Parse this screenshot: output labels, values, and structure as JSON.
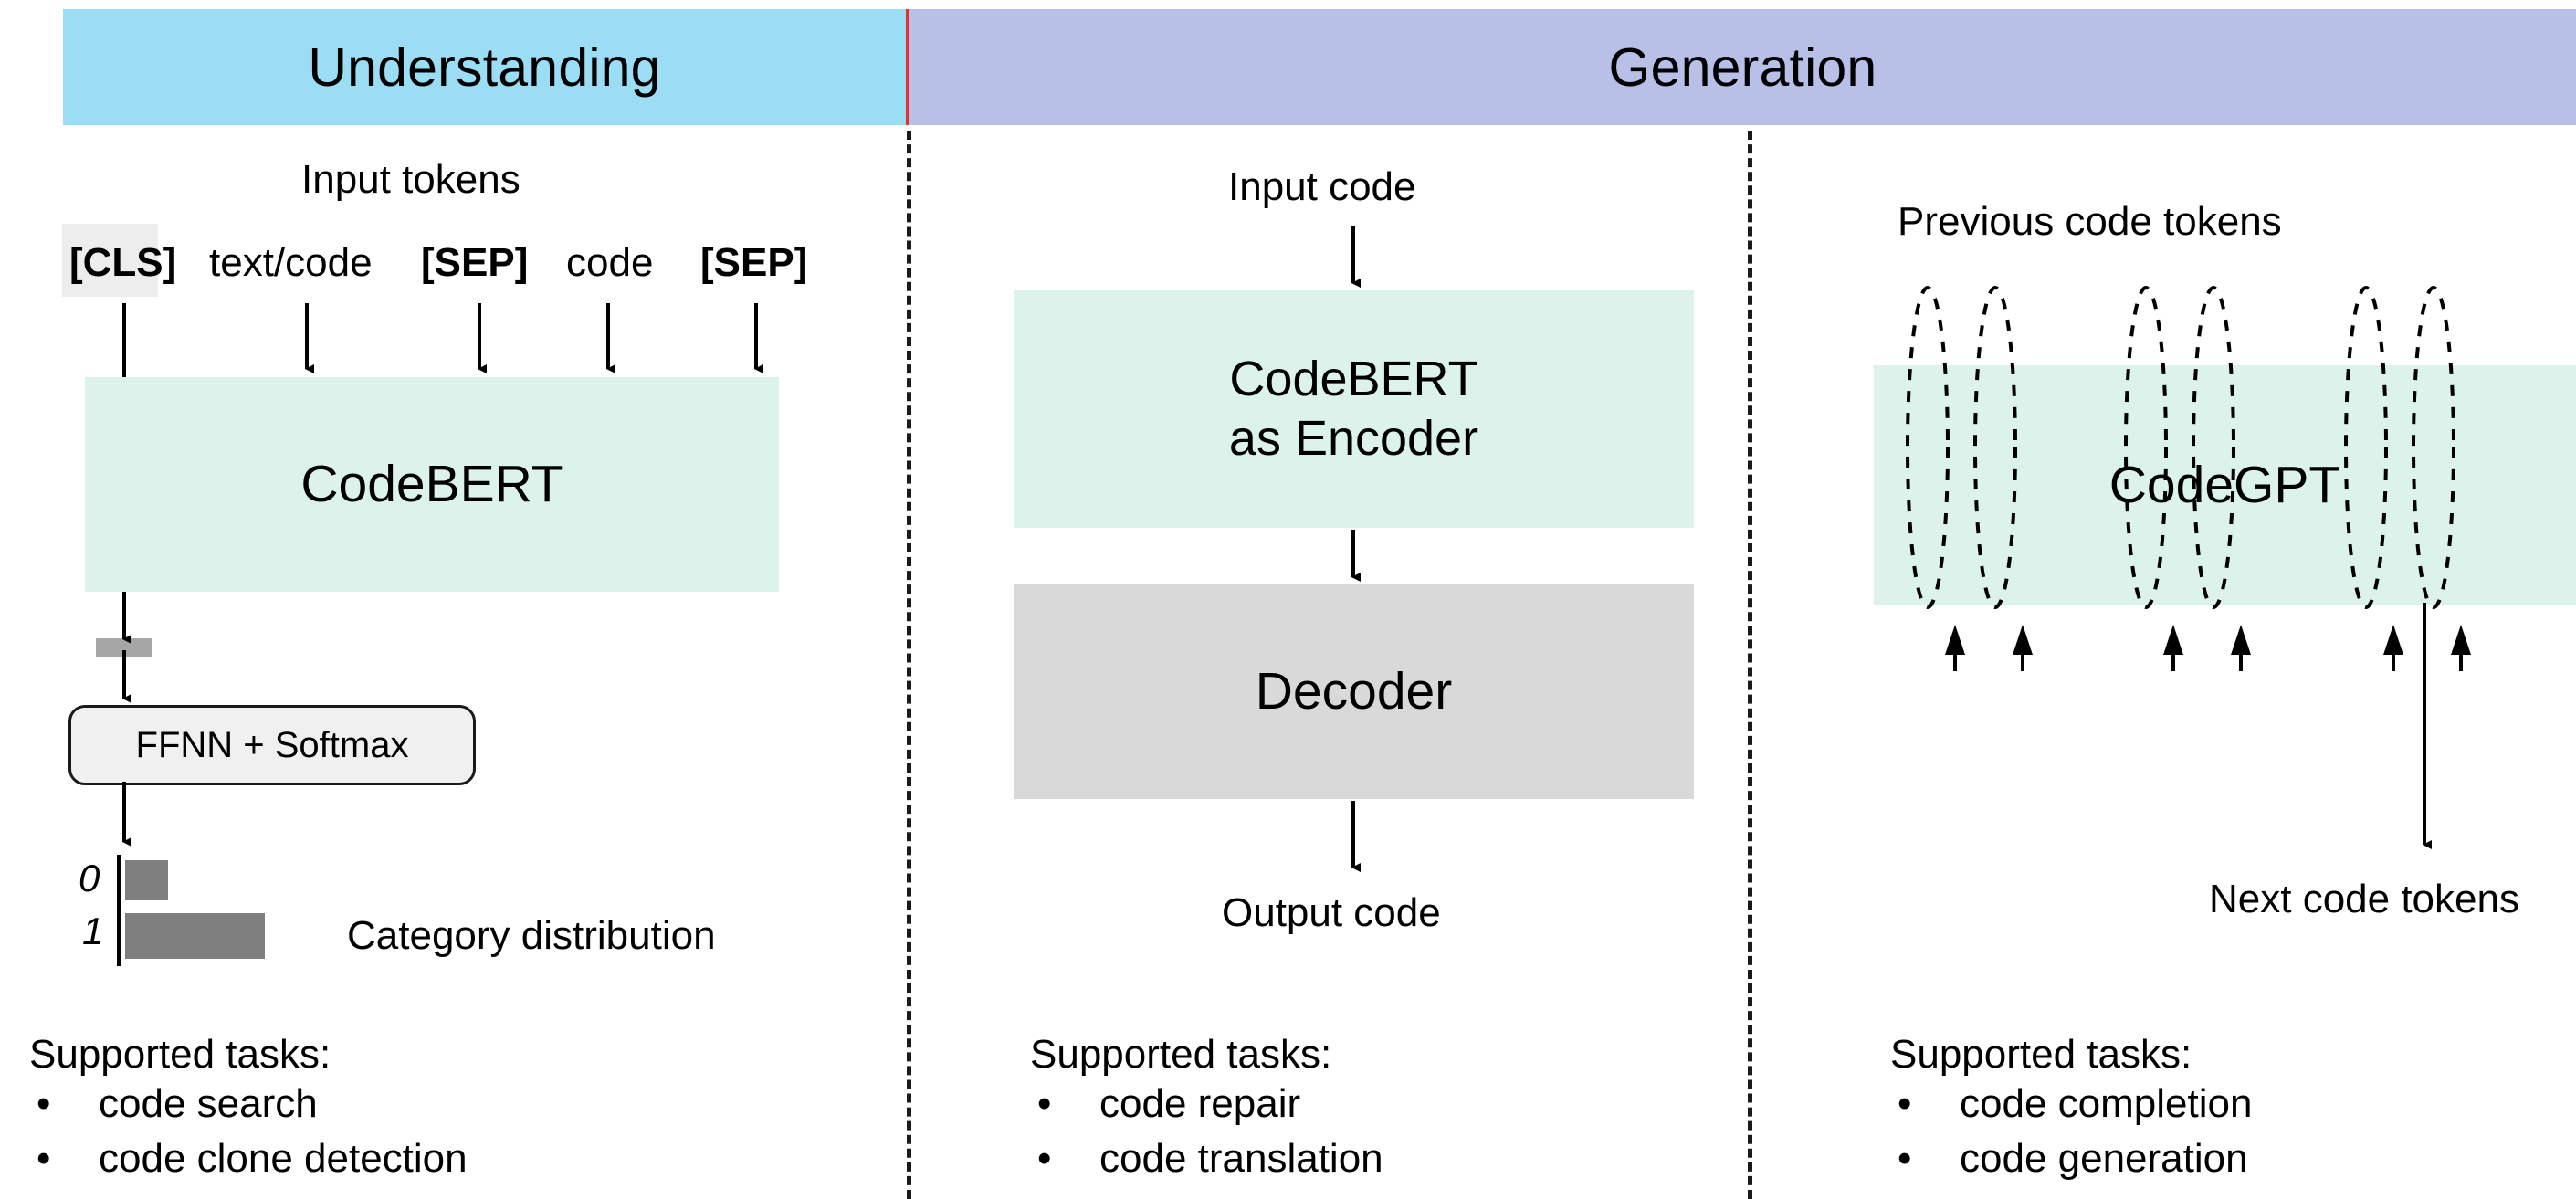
{
  "header": {
    "left_band": {
      "label": "Understanding",
      "color": "#9BDDF5"
    },
    "right_band": {
      "label": "Generation",
      "color": "#B8C0E8"
    },
    "divider_color": "#E8302A"
  },
  "understanding": {
    "input_caption": "Input tokens",
    "tokens": [
      {
        "text": "[CLS]",
        "bold": true,
        "highlighted": true
      },
      {
        "text": "text/code",
        "bold": false,
        "highlighted": false
      },
      {
        "text": "[SEP]",
        "bold": true,
        "highlighted": false
      },
      {
        "text": "code",
        "bold": false,
        "highlighted": false
      },
      {
        "text": "[SEP]",
        "bold": true,
        "highlighted": false
      }
    ],
    "model_box": {
      "label": "CodeBERT",
      "color": "#DCF3EB"
    },
    "head_box": {
      "label": "FFNN + Softmax",
      "color": "#F0F0F0"
    },
    "distribution_caption": "Category distribution",
    "tasks": {
      "title": "Supported tasks:",
      "bullet": "•",
      "items": [
        "code search",
        "code clone detection"
      ]
    }
  },
  "generation": {
    "input_caption": "Input code",
    "encoder_box": {
      "line1": "CodeBERT",
      "line2": "as Encoder",
      "color": "#DCF3EB"
    },
    "decoder_box": {
      "label": "Decoder",
      "color": "#D9D9D9"
    },
    "output_caption": "Output code",
    "tasks": {
      "title": "Supported tasks:",
      "bullet": "•",
      "items": [
        "code repair",
        "code translation"
      ]
    }
  },
  "completion": {
    "input_caption": "Previous code tokens",
    "model_box": {
      "label": "CodeGPT",
      "color": "#DCF3EB"
    },
    "output_caption": "Next code tokens",
    "tasks": {
      "title": "Supported tasks:",
      "bullet": "•",
      "items": [
        "code completion",
        "code generation"
      ]
    }
  },
  "chart_data": {
    "type": "bar",
    "orientation": "horizontal",
    "title": "Category distribution",
    "categories": [
      "0",
      "1"
    ],
    "values": [
      0.31,
      1.0
    ],
    "bar_color": "#7F7F7F",
    "grid": false,
    "xlabel": "",
    "ylabel": ""
  }
}
